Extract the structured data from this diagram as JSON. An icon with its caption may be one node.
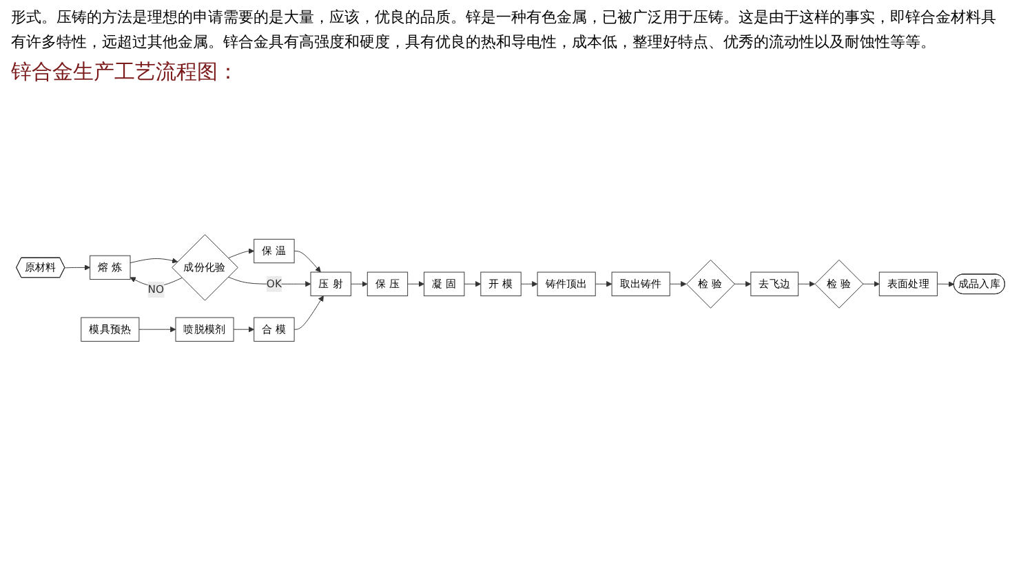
{
  "diagram": {
    "title": "锌合金生产工艺流程图：",
    "nodes": [
      {
        "text": [
          "原材料"
        ]
      },
      {
        "text": [
          "熔 炼"
        ]
      },
      {
        "text": [
          "成份化验"
        ]
      },
      {
        "text": [
          "保 温"
        ]
      },
      {
        "text": [
          "模具预热"
        ]
      },
      {
        "text": [
          "喷脱模剂"
        ]
      },
      {
        "text": [
          "合 模"
        ]
      },
      {
        "text": [
          "压 射"
        ]
      },
      {
        "text": [
          "取出铸件"
        ]
      },
      {
        "text": [
          "铸件顶出"
        ]
      },
      {
        "text": [
          "开 模"
        ]
      },
      {
        "text": [
          "凝 固"
        ]
      },
      {
        "text": [
          "保 压"
        ]
      },
      {
        "text": [
          "检 验"
        ]
      },
      {
        "text": [
          "去飞边"
        ]
      },
      {
        "text": [
          "检 验"
        ]
      },
      {
        "text": [
          "表面处理"
        ]
      },
      {
        "text": [
          "成品入库"
        ]
      }
    ],
    "edges": [
      {
        "from": 0,
        "to": 1,
        "arrow": "to"
      },
      {
        "from": 1,
        "to": 2,
        "arrow": "to"
      },
      {
        "from": 2,
        "to": 3,
        "arrow": "to"
      },
      {
        "from": 2,
        "to": 1,
        "label": "NO",
        "arrow": "to"
      },
      {
        "from": 3,
        "to": 7,
        "arrow": "to"
      },
      {
        "from": 2,
        "to": 7,
        "label": "OK",
        "arrow": "to"
      },
      {
        "from": 4,
        "to": 5,
        "arrow": "to"
      },
      {
        "from": 5,
        "to": 6,
        "arrow": "to"
      },
      {
        "from": 6,
        "to": 7,
        "arrow": "to"
      },
      {
        "from": 7,
        "to": 12,
        "arrow": "to"
      },
      {
        "from": 12,
        "to": 11,
        "arrow": "to"
      },
      {
        "from": 11,
        "to": 10,
        "arrow": "to"
      },
      {
        "from": 10,
        "to": 9,
        "arrow": "to"
      },
      {
        "from": 9,
        "to": 8,
        "arrow": "to"
      },
      {
        "from": 8,
        "to": 13,
        "arrow": "to"
      },
      {
        "from": 13,
        "to": 14,
        "arrow": "to"
      },
      {
        "from": 14,
        "to": 15,
        "arrow": "to"
      },
      {
        "from": 15,
        "to": 16,
        "arrow": "to"
      },
      {
        "from": 16,
        "to": 17,
        "arrow": "to"
      }
    ],
    "labels": [
      "形式。压铸的方法是理想的申请需要的是大量，应该，优良的品质。锌是一种有色金属，已被广泛用于压铸。这是由于这样的事实，即锌合金材料具有许多特性，远超过其他金属。锌合金具有高强度和硬度，具有优良的热和导电性，成本低，整理好特点、优秀的流动性以及耐蚀性等等。"
    ]
  }
}
